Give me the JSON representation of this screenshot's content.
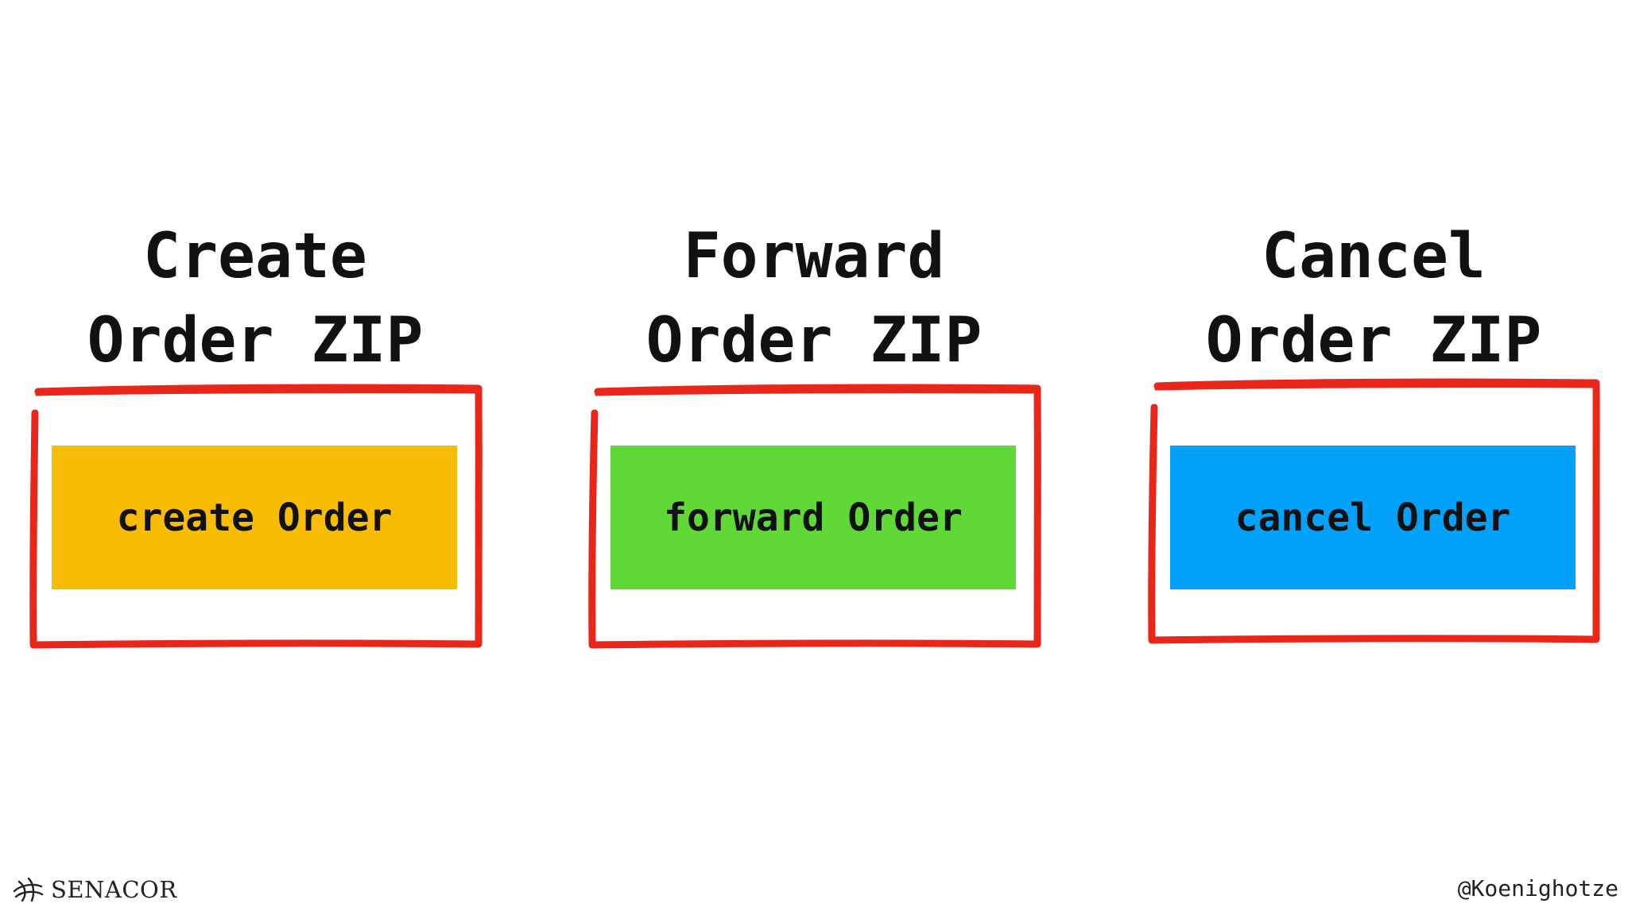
{
  "columns": [
    {
      "title_line1": "Create",
      "title_line2": "Order ZIP",
      "function_label": "create Order",
      "box_color": "#F8BC05"
    },
    {
      "title_line1": "Forward",
      "title_line2": "Order ZIP",
      "function_label": "forward Order",
      "box_color": "#5FD838"
    },
    {
      "title_line1": "Cancel",
      "title_line2": "Order ZIP",
      "function_label": "cancel Order",
      "box_color": "#03A1FA"
    }
  ],
  "frame_color": "#E8261A",
  "footer": {
    "logo_text": "SENACOR",
    "logo_icon": "senacor-logo-icon",
    "handle": "@Koenighotze"
  }
}
